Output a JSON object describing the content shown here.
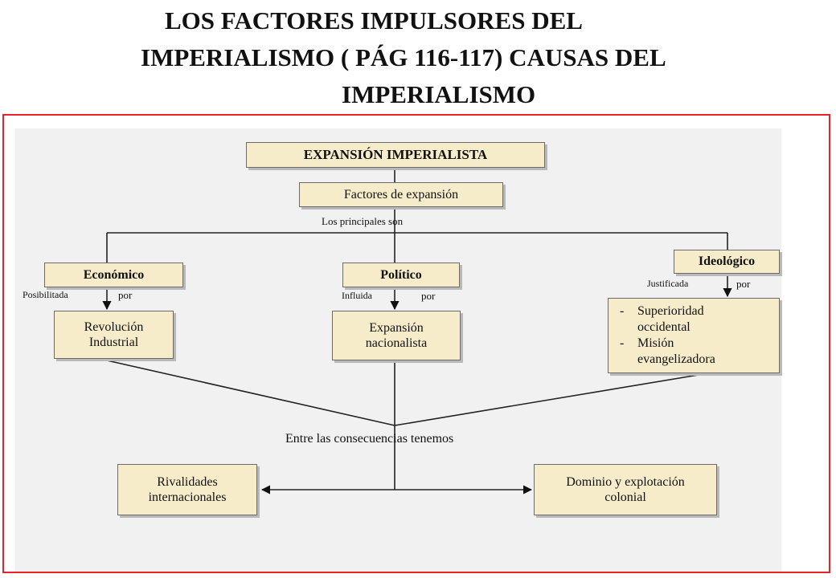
{
  "title": {
    "line1": "LOS FACTORES IMPULSORES DEL",
    "line2": "IMPERIALISMO ( PÁG 116-117) CAUSAS DEL",
    "line3": "IMPERIALISMO"
  },
  "diagram": {
    "root": "EXPANSIÓN IMPERIALISTA",
    "factors": "Factores de expansión",
    "factors_link": "Los principales son",
    "economic": {
      "label": "Económico",
      "link_left": "Posibilitada",
      "link_right": "por",
      "cause": "Revolución Industrial"
    },
    "political": {
      "label": "Político",
      "link_left": "Influida",
      "link_right": "por",
      "cause": "Expansión nacionalista"
    },
    "ideological": {
      "label": "Ideológico",
      "link_left": "Justificada",
      "link_right": "por",
      "causes": [
        "Superioridad occidental",
        "Misión evangelizadora"
      ]
    },
    "consequences_link": "Entre las consecuencias tenemos",
    "consequences": [
      "Rivalidades internacionales",
      "Dominio y explotación colonial"
    ]
  },
  "colors": {
    "box_fill": "#f7ecca",
    "frame_border": "#e8232a",
    "canvas_bg": "#f1f1f1"
  }
}
